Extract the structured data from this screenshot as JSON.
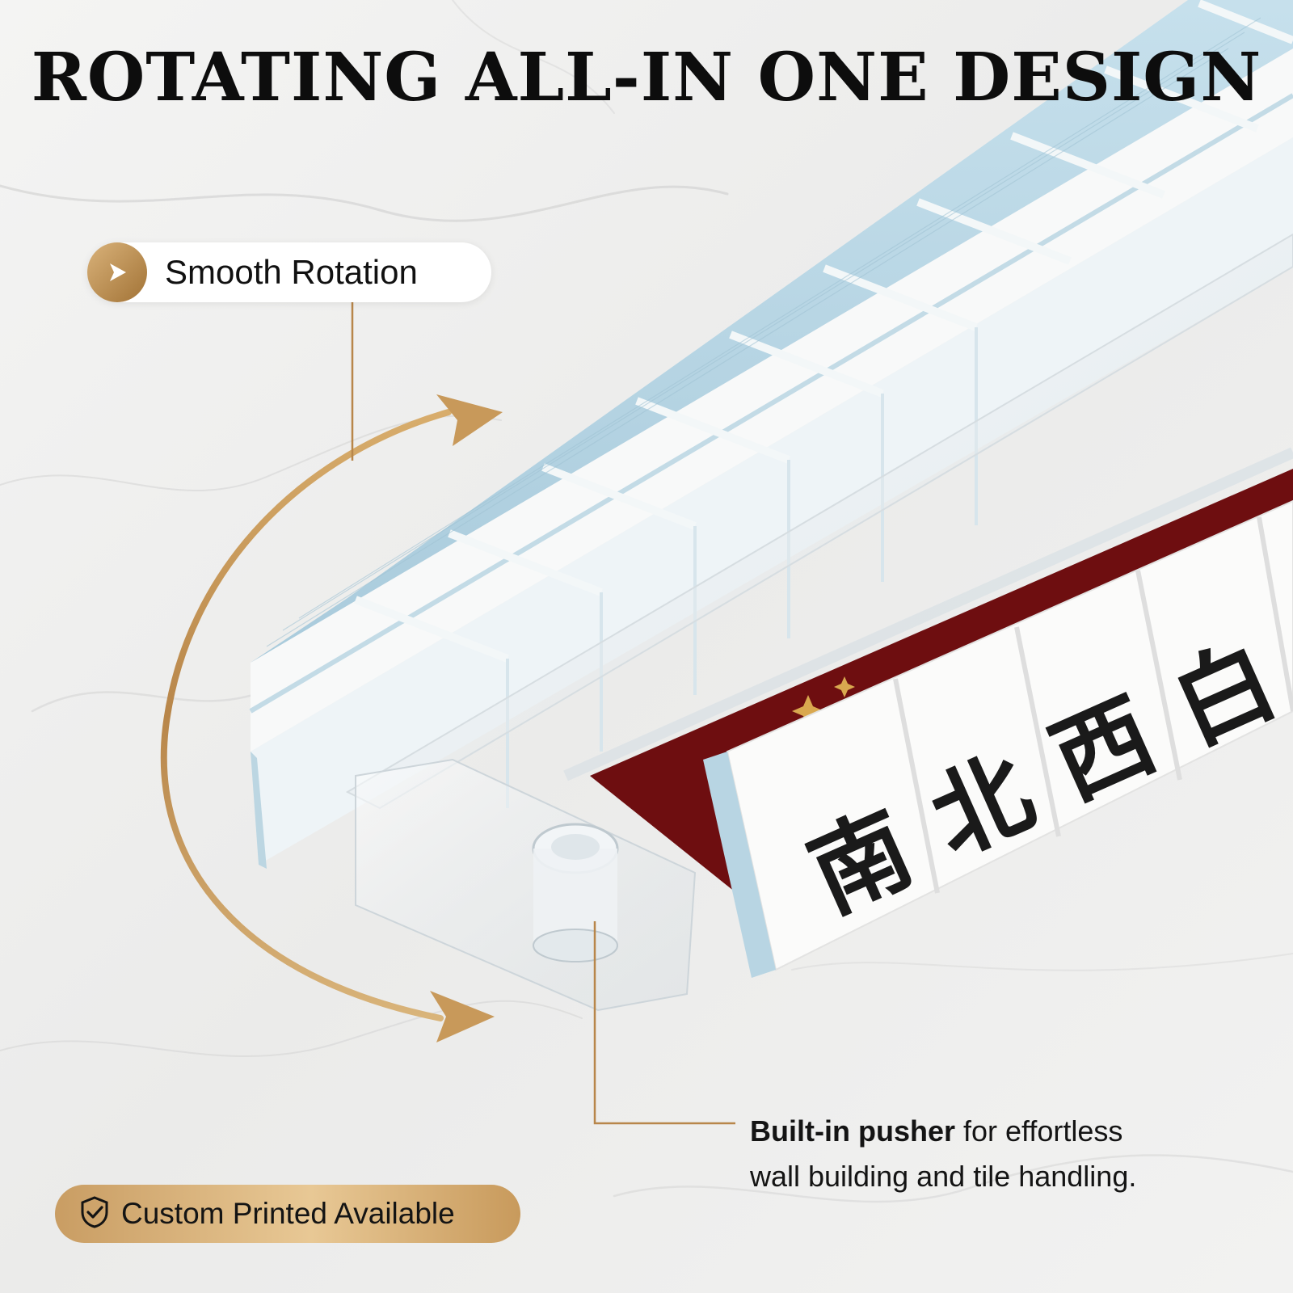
{
  "headline": "ROTATING ALL-IN ONE DESIGN",
  "features": {
    "rotation_label": "Smooth Rotation",
    "pusher_bold": "Built-in pusher",
    "pusher_line1_rest": " for effortless",
    "pusher_line2": "wall building and tile handling.",
    "custom_label": "Custom Printed Available"
  },
  "tiles": {
    "chars": [
      "南",
      "北",
      "西",
      "白"
    ]
  },
  "colors": {
    "accent_gold": "#b8864a",
    "tile_back_blue": "#b9d7e5",
    "tile_face_white": "#f7f7f5",
    "rack_red": "#6e0e10",
    "glyph_black": "#1a1a1a"
  },
  "icons": {
    "rotation_badge": "play-arrow-icon",
    "custom_badge": "check-shield-icon"
  }
}
